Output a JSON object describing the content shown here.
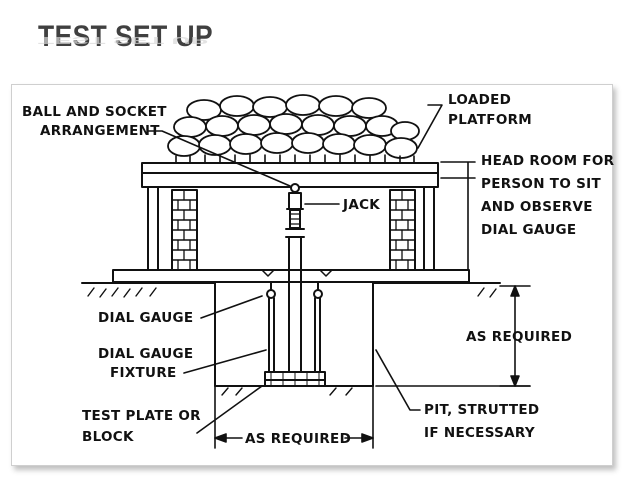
{
  "slide": {
    "title": "TEST SET UP"
  },
  "diagram": {
    "labels": {
      "ball_socket_1": "BALL AND SOCKET",
      "ball_socket_2": "ARRANGEMENT",
      "loaded_1": "LOADED",
      "loaded_2": "PLATFORM",
      "headroom_1": "HEAD ROOM FOR",
      "headroom_2": "PERSON TO SIT",
      "headroom_3": "AND OBSERVE",
      "headroom_4": "DIAL GAUGE",
      "jack": "JACK",
      "dial_gauge": "DIAL GAUGE",
      "fixture_1": "DIAL GAUGE",
      "fixture_2": "FIXTURE",
      "as_required_right": "AS REQUIRED",
      "test_plate_1": "TEST PLATE OR",
      "test_plate_2": "BLOCK",
      "as_required_bottom": "AS REQUIRED",
      "pit_1": "PIT, STRUTTED",
      "pit_2": "IF NECESSARY"
    },
    "colors": {
      "ink": "#111111",
      "title": "#404040"
    }
  }
}
